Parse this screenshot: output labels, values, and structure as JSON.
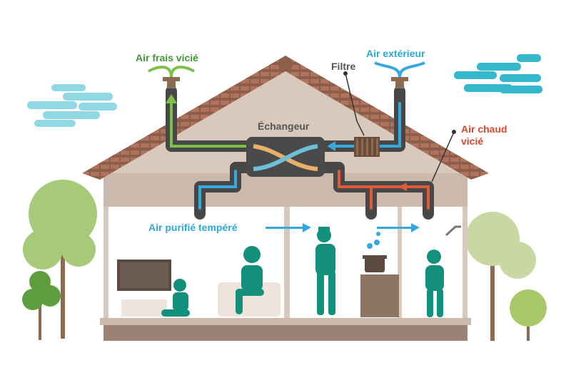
{
  "labels": {
    "air_frais_vicie": "Air frais vicié",
    "filtre": "Filtre",
    "air_exterieur": "Air extérieur",
    "echangeur": "Échangeur",
    "air_chaud_vicie_line1": "Air chaud",
    "air_chaud_vicie_line2": "vicié",
    "air_purifie_tempere": "Air purifié tempéré"
  },
  "colors": {
    "green_label": "#3f9a32",
    "blue_label": "#2aa7dd",
    "red_label": "#d9472b",
    "dark_label": "#555555",
    "duct": "#4a4a4a",
    "wall": "#d8c9bc",
    "roof": "#8c5f4d",
    "people": "#12907b"
  }
}
